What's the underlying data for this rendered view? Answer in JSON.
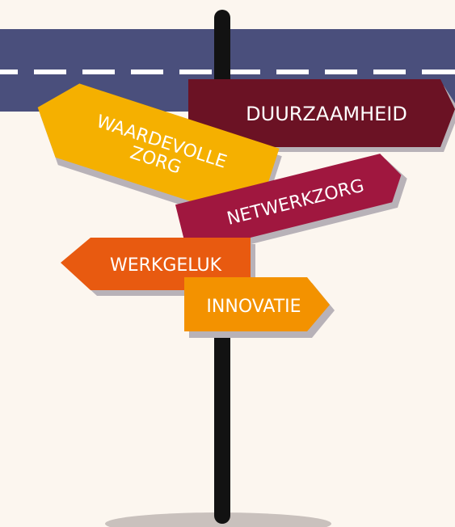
{
  "colors": {
    "background": "#fcf6ef",
    "road": "#4a4f7c",
    "road_marking": "#ffffff",
    "pole": "#121212",
    "shadow": "#c9c1bd",
    "sign_shadow": "#b8b2b8",
    "text": "#ffffff"
  },
  "signs": [
    {
      "id": "duurzaamheid",
      "label": "DUURZAAMHEID",
      "color": "#6b1224",
      "direction": "right"
    },
    {
      "id": "waardevolle-zorg",
      "label_line1": "WAARDEVOLLE",
      "label_line2": "ZORG",
      "color": "#f5b000",
      "direction": "left"
    },
    {
      "id": "netwerkzorg",
      "label": "NETWERKZORG",
      "color": "#a0173f",
      "direction": "right"
    },
    {
      "id": "werkgeluk",
      "label": "WERKGELUK",
      "color": "#e85a10",
      "direction": "left"
    },
    {
      "id": "innovatie",
      "label": "INNOVATIE",
      "color": "#f39200",
      "direction": "right"
    }
  ]
}
